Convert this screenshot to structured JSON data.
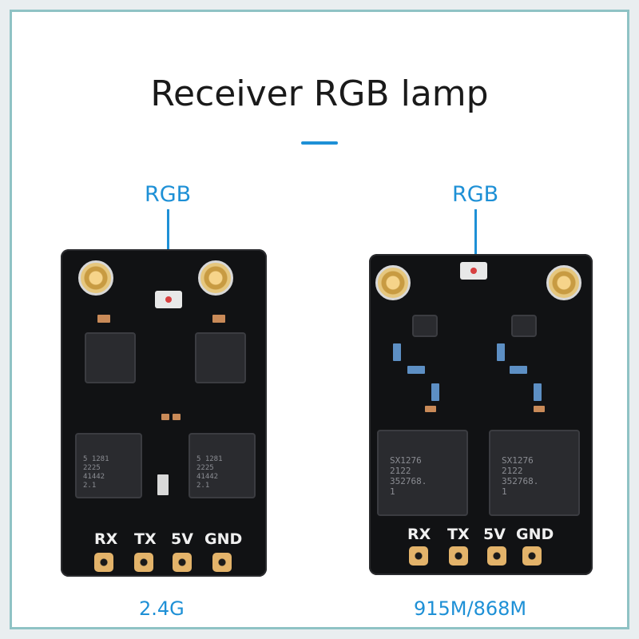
{
  "title": "Receiver RGB lamp",
  "callout_left": "RGB",
  "callout_right": "RGB",
  "boards": {
    "left": {
      "chip1_marking": "5 1281\n2225\n41442\n2.1",
      "chip2_marking": "5 1281\n2225\n41442\n2.1",
      "pins": [
        "RX",
        "TX",
        "5V",
        "GND"
      ],
      "caption": "2.4G"
    },
    "right": {
      "chip1_marking": "SX1276\n2122\n352768.\n1",
      "chip2_marking": "SX1276\n2122\n352768.\n1",
      "pins": [
        "RX",
        "TX",
        "5V",
        "GND"
      ],
      "caption": "915M/868M"
    }
  },
  "colors": {
    "accent": "#1e90d6",
    "frame": "#8fc3c5",
    "board": "#111214"
  }
}
